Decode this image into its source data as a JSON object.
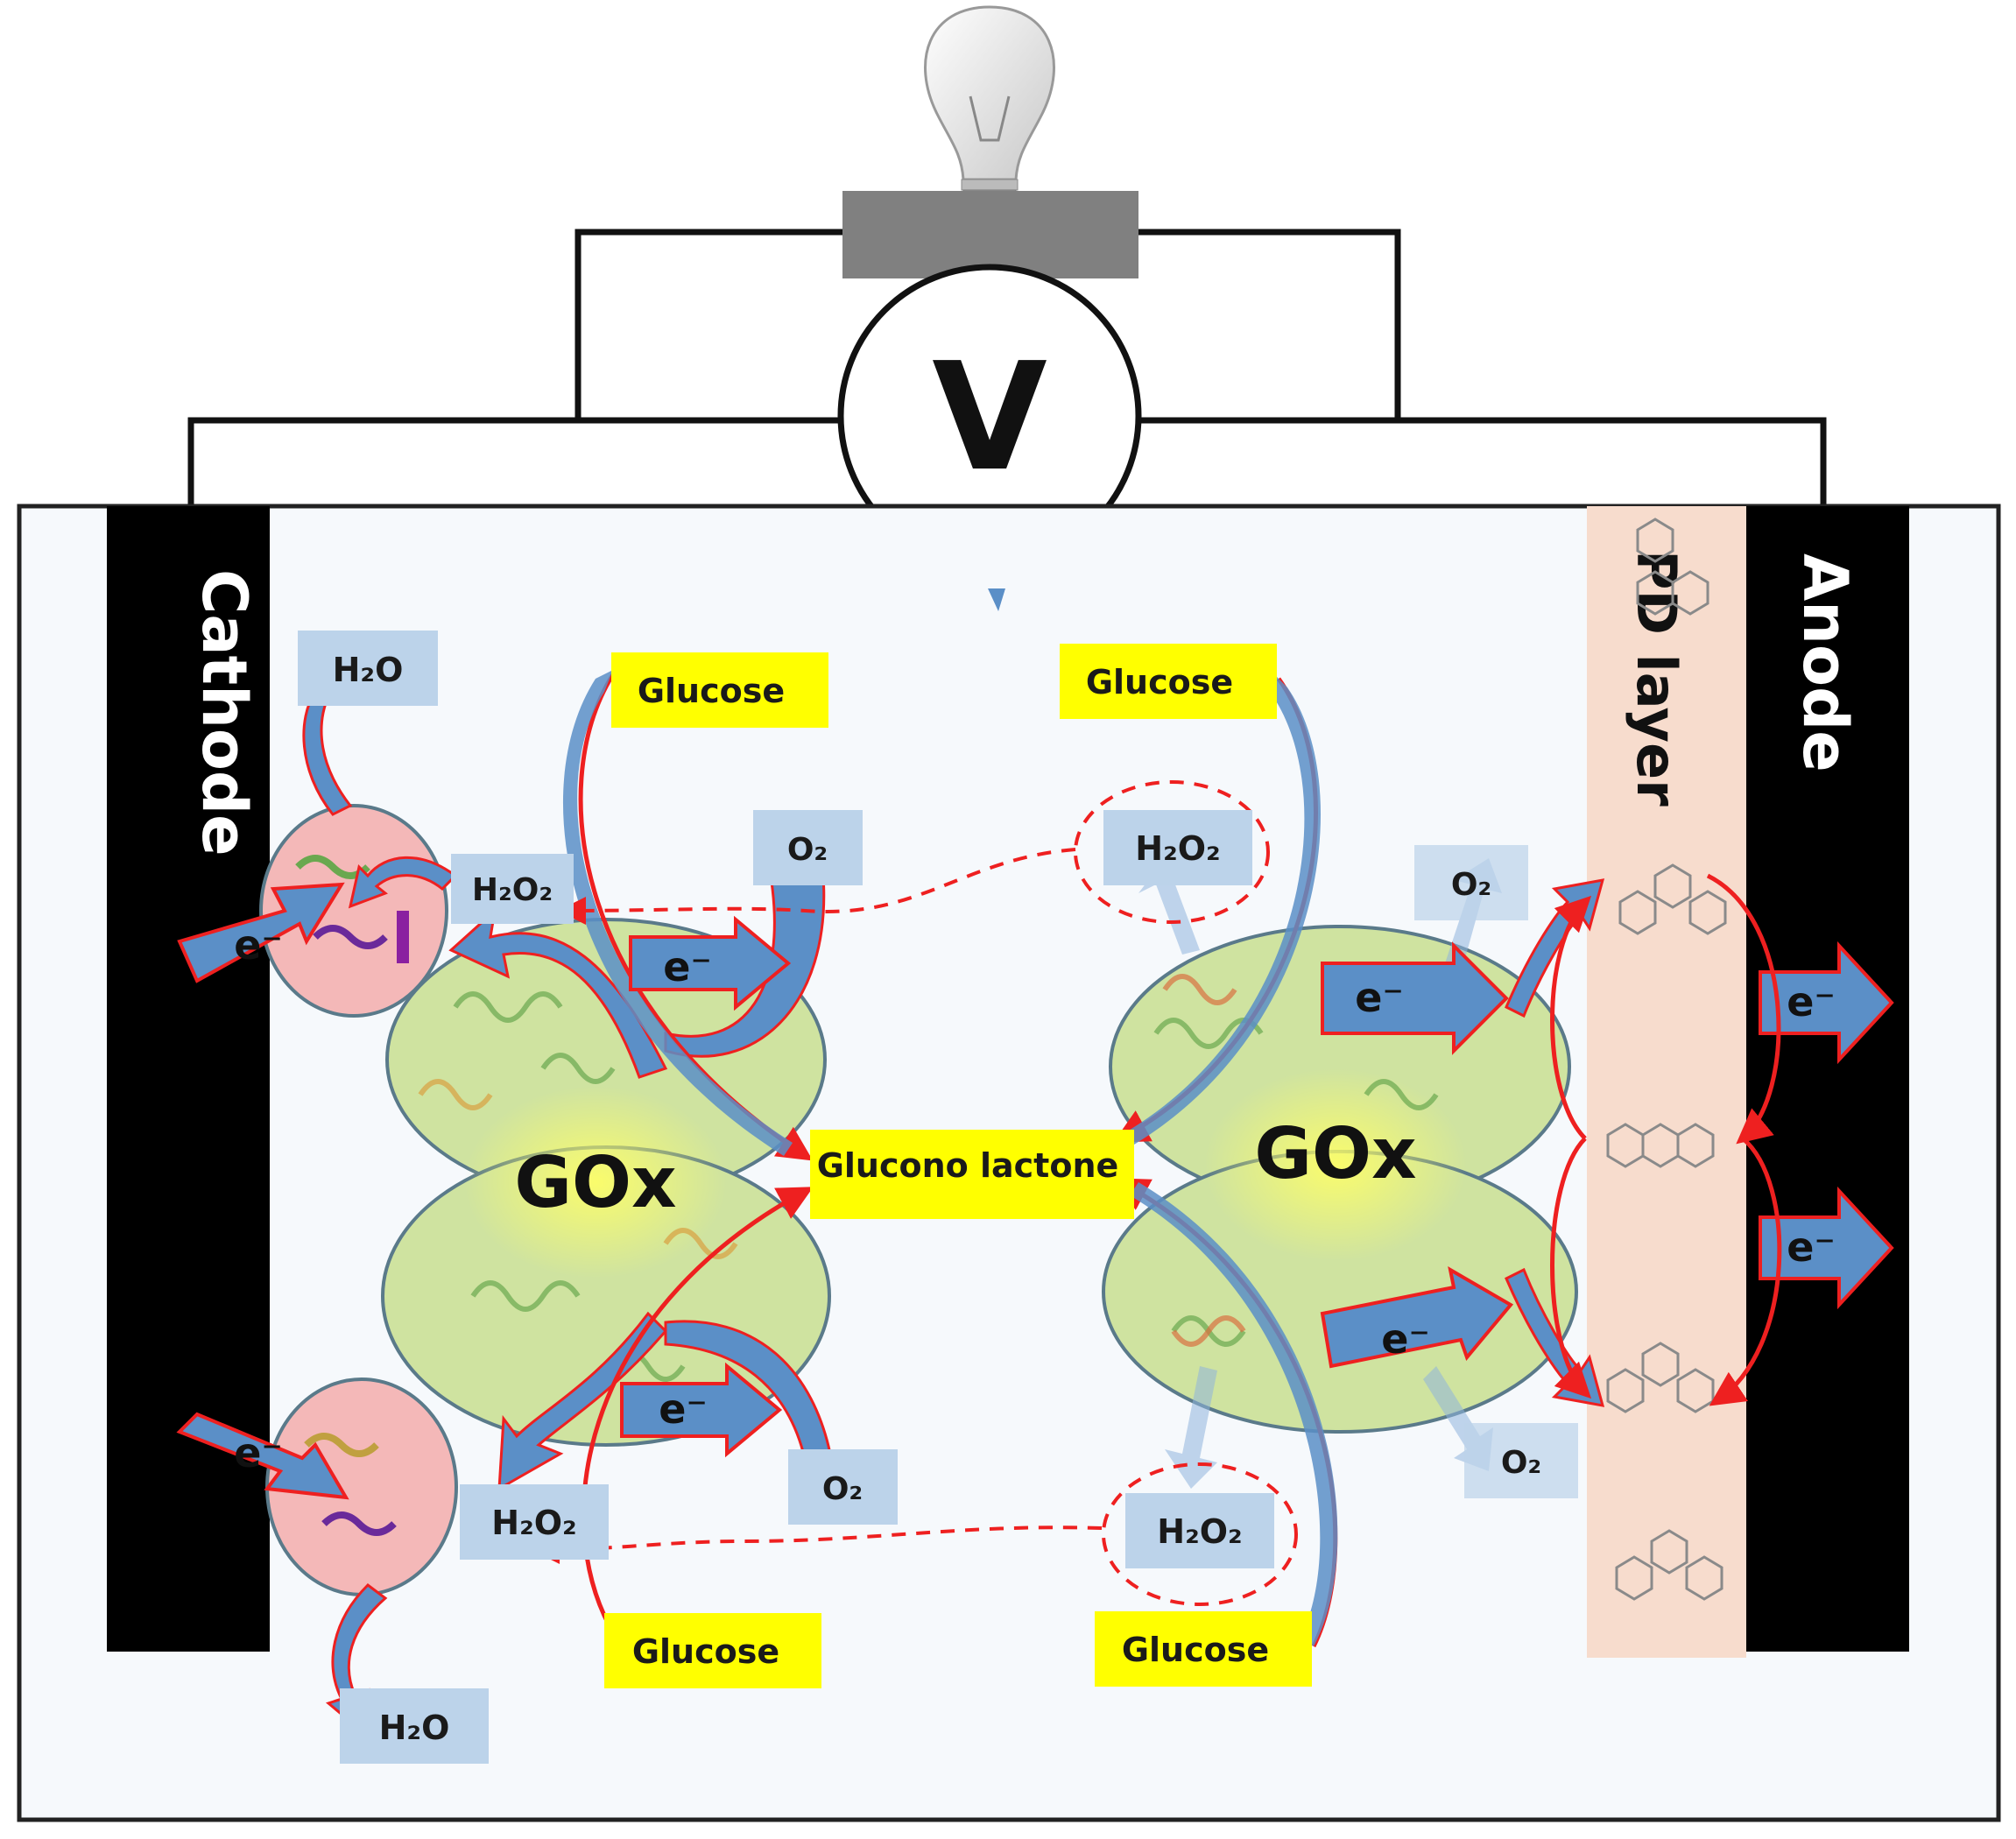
{
  "voltmeter": {
    "label": "V"
  },
  "electrodes": {
    "cathode": "Cathode",
    "anode": "Anode",
    "mediator_layer": "PD layer"
  },
  "enzyme": {
    "label": "GOx"
  },
  "products": {
    "gluconolactone": "Glucono lactone"
  },
  "species": {
    "glucose": "Glucose",
    "oxygen": "O₂",
    "peroxide": "H₂O₂",
    "water": "H₂O",
    "electron": "e⁻"
  },
  "colors": {
    "electrode": "#000000",
    "pd_layer": "#f7dccd",
    "enzyme_fill": "#cfe3a0",
    "peroxidase_fill": "#f4b8b8",
    "label_highlight": "#ffff00",
    "species_box": "#bcd3ea",
    "arrow_blue": "#5b8fc7",
    "arrow_red_outline": "#ee2020",
    "resistor": "#808080"
  },
  "icons": [
    "light-bulb-icon",
    "voltmeter-icon",
    "electron-arrow-icon"
  ]
}
